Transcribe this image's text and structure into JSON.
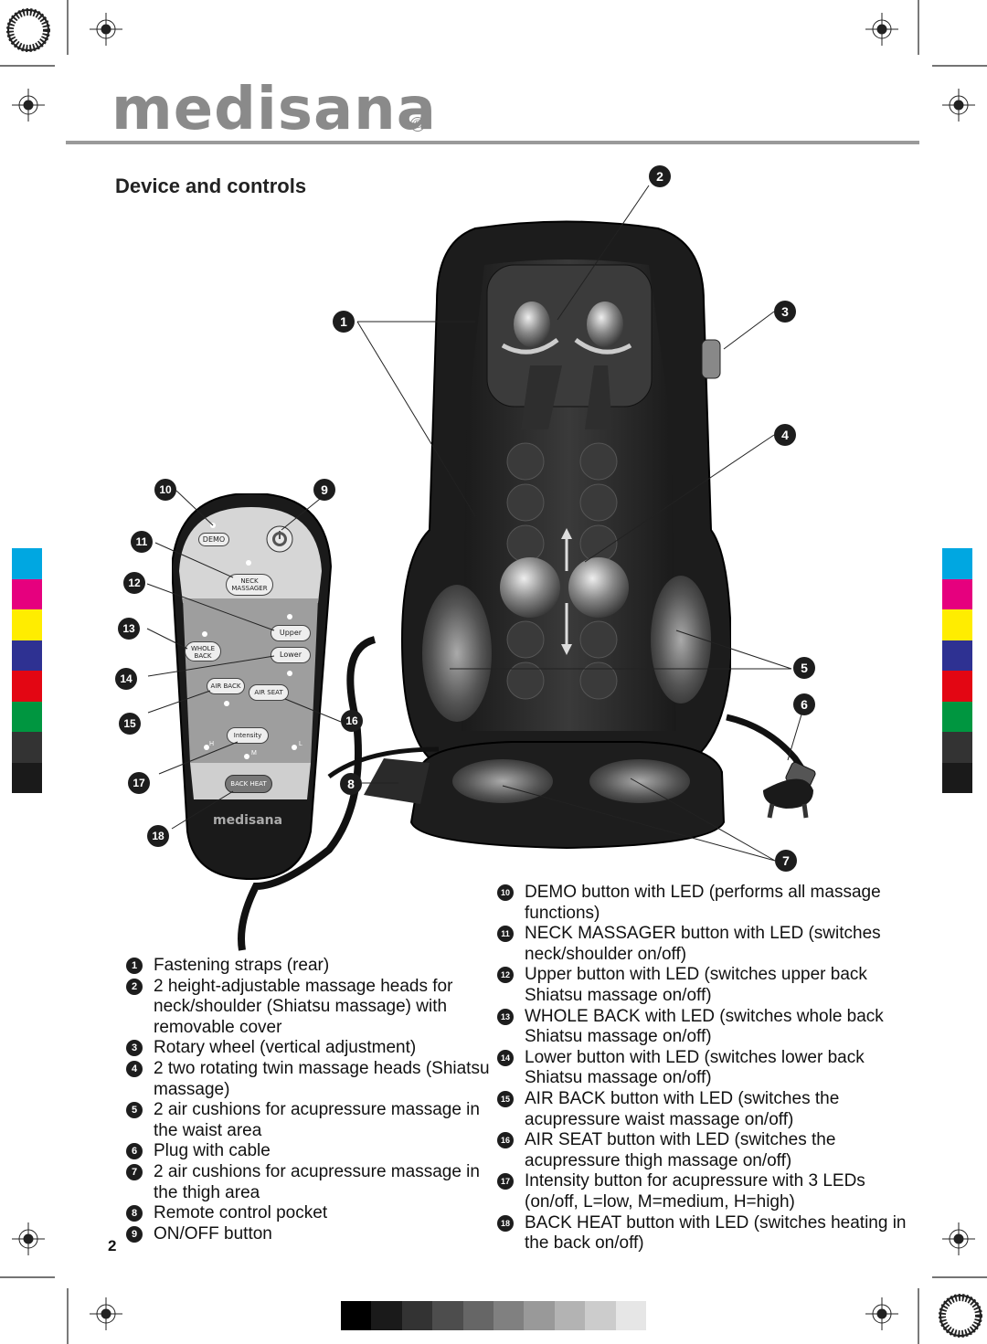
{
  "header": {
    "brand": "medisana",
    "registered": "®"
  },
  "title": "Device and controls",
  "page_number": "2",
  "remote": {
    "buttons": {
      "demo": "DEMO",
      "neck": "NECK\nMASSAGER",
      "upper": "Upper",
      "lower": "Lower",
      "whole_back": "WHOLE\nBACK",
      "air_back": "AIR BACK",
      "air_seat": "AIR SEAT",
      "intensity": "Intensity",
      "back_heat": "BACK HEAT"
    },
    "led_labels": {
      "h": "H",
      "m": "M",
      "l": "L"
    },
    "brand": "medisana"
  },
  "callouts": [
    "1",
    "2",
    "3",
    "4",
    "5",
    "6",
    "7",
    "8",
    "9",
    "10",
    "11",
    "12",
    "13",
    "14",
    "15",
    "16",
    "17",
    "18"
  ],
  "legend_left": [
    {
      "num": "1",
      "text": "Fastening straps (rear)"
    },
    {
      "num": "2",
      "text": "2 height-adjustable massage heads for neck/shoulder (Shiatsu massage) with removable cover"
    },
    {
      "num": "3",
      "text": "Rotary wheel (vertical adjustment)"
    },
    {
      "num": "4",
      "text": "2 two rotating twin massage heads (Shiatsu massage)"
    },
    {
      "num": "5",
      "text": "2 air cushions for acupressure massage in the waist area"
    },
    {
      "num": "6",
      "text": "Plug with cable"
    },
    {
      "num": "7",
      "text": "2 air cushions for acupressure massage in the thigh area"
    },
    {
      "num": "8",
      "text": "Remote control pocket"
    },
    {
      "num": "9",
      "text": "ON/OFF button"
    }
  ],
  "legend_right": [
    {
      "num": "10",
      "text": "DEMO button with LED (performs all massage functions)"
    },
    {
      "num": "11",
      "text": "NECK MASSAGER button with LED (switches neck/shoulder on/off)"
    },
    {
      "num": "12",
      "text": "Upper button with LED (switches upper back Shiatsu massage on/off)"
    },
    {
      "num": "13",
      "text": "WHOLE BACK with LED (switches whole back Shiatsu massage on/off)"
    },
    {
      "num": "14",
      "text": "Lower button with LED (switches lower back Shiatsu massage on/off)"
    },
    {
      "num": "15",
      "text": "AIR BACK button with LED (switches the acupressure waist massage on/off)"
    },
    {
      "num": "16",
      "text": "AIR SEAT button with LED (switches the acupressure thigh massage on/off)"
    },
    {
      "num": "17",
      "text": "Intensity button for acupressure with 3 LEDs (on/off, L=low, M=medium, H=high)"
    },
    {
      "num": "18",
      "text": "BACK HEAT button with LED (switches heating in the back on/off)"
    }
  ],
  "colors": {
    "cmyk_bar": [
      "#00a7e1",
      "#e6007e",
      "#ffed00",
      "#2e3192",
      "#e30613",
      "#009640",
      "#333333",
      "#1a1a1a"
    ],
    "grey_strip": [
      "#000000",
      "#1a1a1a",
      "#333333",
      "#4d4d4d",
      "#666666",
      "#808080",
      "#999999",
      "#b3b3b3",
      "#cccccc",
      "#e6e6e6"
    ]
  }
}
